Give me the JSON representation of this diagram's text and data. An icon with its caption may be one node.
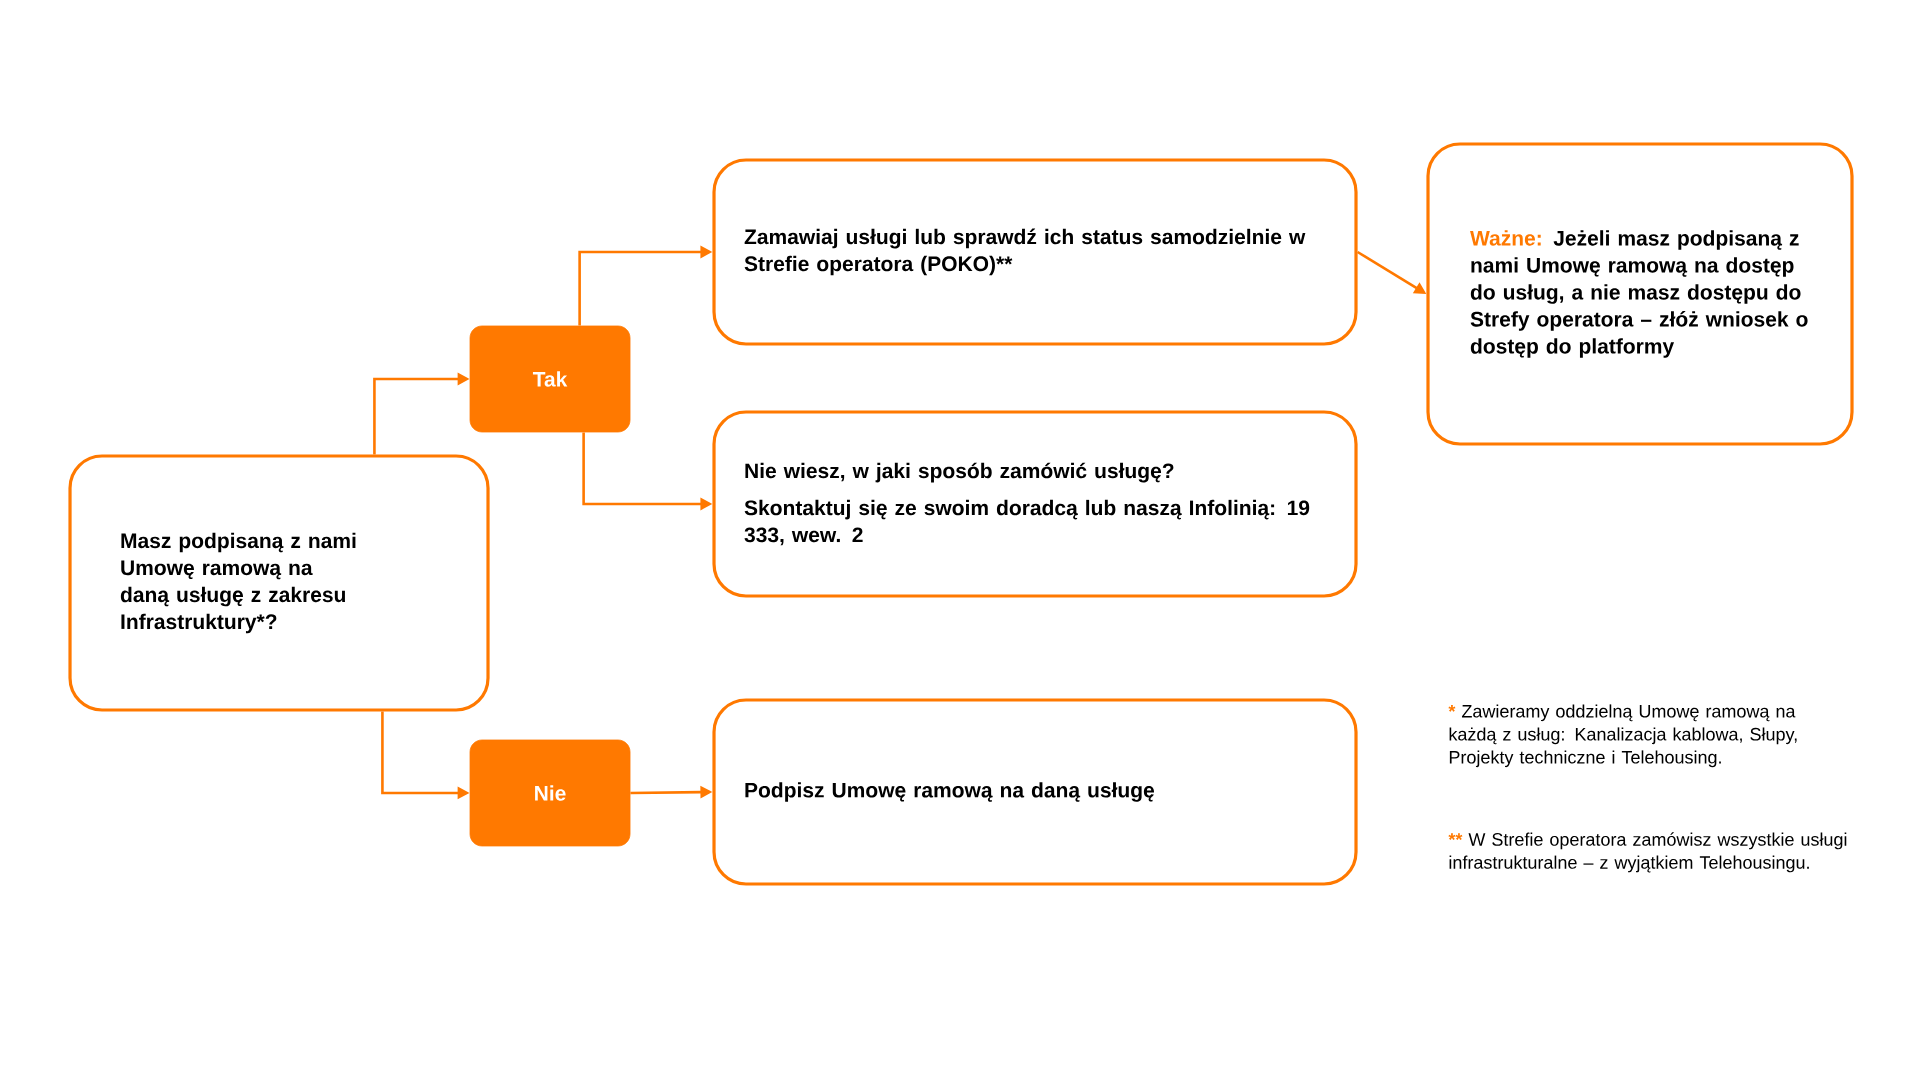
{
  "diagram": {
    "nodes": [
      {
        "text": [
          "Masz podpisaną z nami Umowę ramową na daną usługę z zakresu Infrastruktury*?"
        ]
      },
      {
        "text": [
          "Tak"
        ]
      },
      {
        "text": [
          "Nie"
        ]
      },
      {
        "text": [
          "Zamawiaj usługi lub sprawdź ich status samodzielnie w Strefie operatora (POKO)**"
        ]
      },
      {
        "text": [
          "Nie wiesz, w jaki sposób zamówić usługę?",
          "Skontaktuj się ze swoim doradcą lub naszą Infolinią: 19 333, wew. 2"
        ]
      },
      {
        "text": [
          "Podpisz Umowę ramową na daną usługę"
        ]
      },
      {
        "text": [
          "Ważne:",
          "Jeżeli masz podpisaną z nami Umowę ramową na dostęp do usług, a nie masz dostępu do Strefy operatora – złóż wniosek o dostęp do platformy"
        ]
      }
    ],
    "edges": [
      {
        "from": 0,
        "to": 1,
        "arrow": "to"
      },
      {
        "from": 0,
        "to": 2,
        "arrow": "to"
      },
      {
        "from": 1,
        "to": 3,
        "arrow": "to"
      },
      {
        "from": 1,
        "to": 4,
        "arrow": "to"
      },
      {
        "from": 2,
        "to": 5,
        "arrow": "to"
      },
      {
        "from": 3,
        "to": 6,
        "arrow": "to"
      }
    ],
    "labels": [
      "*",
      "Zawieramy oddzielną Umowę ramową na każdą z usług: Kanalizacja kablowa, Słupy, Projekty techniczne i Telehousing.",
      "**",
      "W Strefie operatora zamówisz wszystkie usługi infrastrukturalne – z wyjątkiem Telehousingu."
    ]
  }
}
